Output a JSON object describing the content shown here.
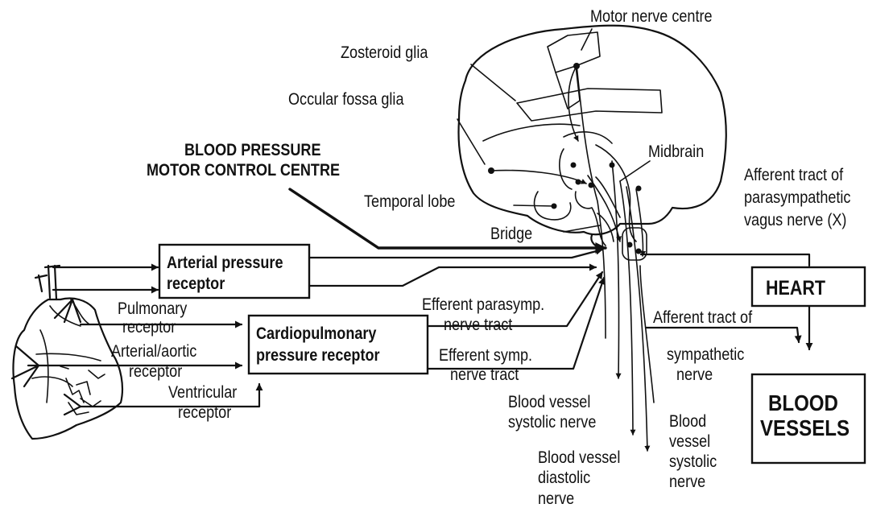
{
  "labels": {
    "motor_nerve_centre": "Motor nerve centre",
    "zosteroid_glia": "Zosteroid glia",
    "occular_fossa_glia": "Occular fossa glia",
    "bp_centre_line1": "BLOOD PRESSURE",
    "bp_centre_line2": "MOTOR CONTROL CENTRE",
    "midbrain": "Midbrain",
    "temporal_lobe": "Temporal lobe",
    "bridge": "Bridge",
    "afferent_vagus_line1": "Afferent tract of",
    "afferent_vagus_line2": "parasympathetic",
    "afferent_vagus_line3": "vagus nerve (X)",
    "arterial_receptor_line1": "Arterial pressure",
    "arterial_receptor_line2": "receptor",
    "cardio_receptor_line1": "Cardiopulmonary",
    "cardio_receptor_line2": "pressure receptor",
    "pulmonary_line1": "Pulmonary",
    "pulmonary_line2": "receptor",
    "aortic_line1": "Arterial/aortic",
    "aortic_line2": "receptor",
    "ventricular_line1": "Ventricular",
    "ventricular_line2": "receptor",
    "eff_parasymp_line1": "Efferent parasymp.",
    "eff_parasymp_line2": "nerve tract",
    "eff_symp_line1": "Efferent symp.",
    "eff_symp_line2": "nerve tract",
    "heart": "HEART",
    "afferent_symp_line1": "Afferent tract of",
    "afferent_symp_line2": "sympathetic",
    "afferent_symp_line3": "nerve",
    "blood_vessels_line1": "BLOOD",
    "blood_vessels_line2": "VESSELS",
    "bv_systolic_a_line1": "Blood vessel",
    "bv_systolic_a_line2": "systolic nerve",
    "bv_diastolic_line1": "Blood vessel",
    "bv_diastolic_line2": "diastolic",
    "bv_diastolic_line3": "nerve",
    "bv_systolic_b_line1": "Blood",
    "bv_systolic_b_line2": "vessel",
    "bv_systolic_b_line3": "systolic",
    "bv_systolic_b_line4": "nerve"
  }
}
